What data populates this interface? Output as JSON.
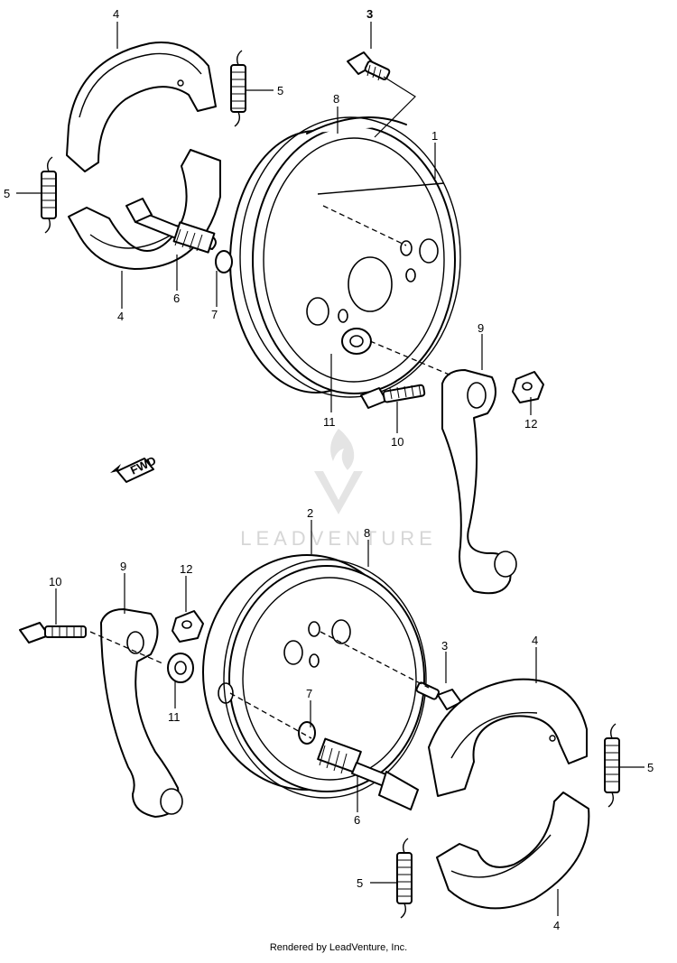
{
  "callouts": {
    "c1": "1",
    "c2": "2",
    "c3a": "3",
    "c3b": "3",
    "c4a": "4",
    "c4b": "4",
    "c4c": "4",
    "c4d": "4",
    "c5a": "5",
    "c5b": "5",
    "c5c": "5",
    "c5d": "5",
    "c6a": "6",
    "c6b": "6",
    "c7a": "7",
    "c7b": "7",
    "c8a": "8",
    "c8b": "8",
    "c9a": "9",
    "c9b": "9",
    "c10a": "10",
    "c10b": "10",
    "c11a": "11",
    "c11b": "11",
    "c12a": "12",
    "c12b": "12"
  },
  "direction_label": "FWD",
  "watermark": {
    "text": "LEADVENTURE"
  },
  "footer": "Rendered by LeadVenture, Inc.",
  "colors": {
    "line": "#000000",
    "watermark": "#d6d6d6",
    "background": "#ffffff"
  }
}
